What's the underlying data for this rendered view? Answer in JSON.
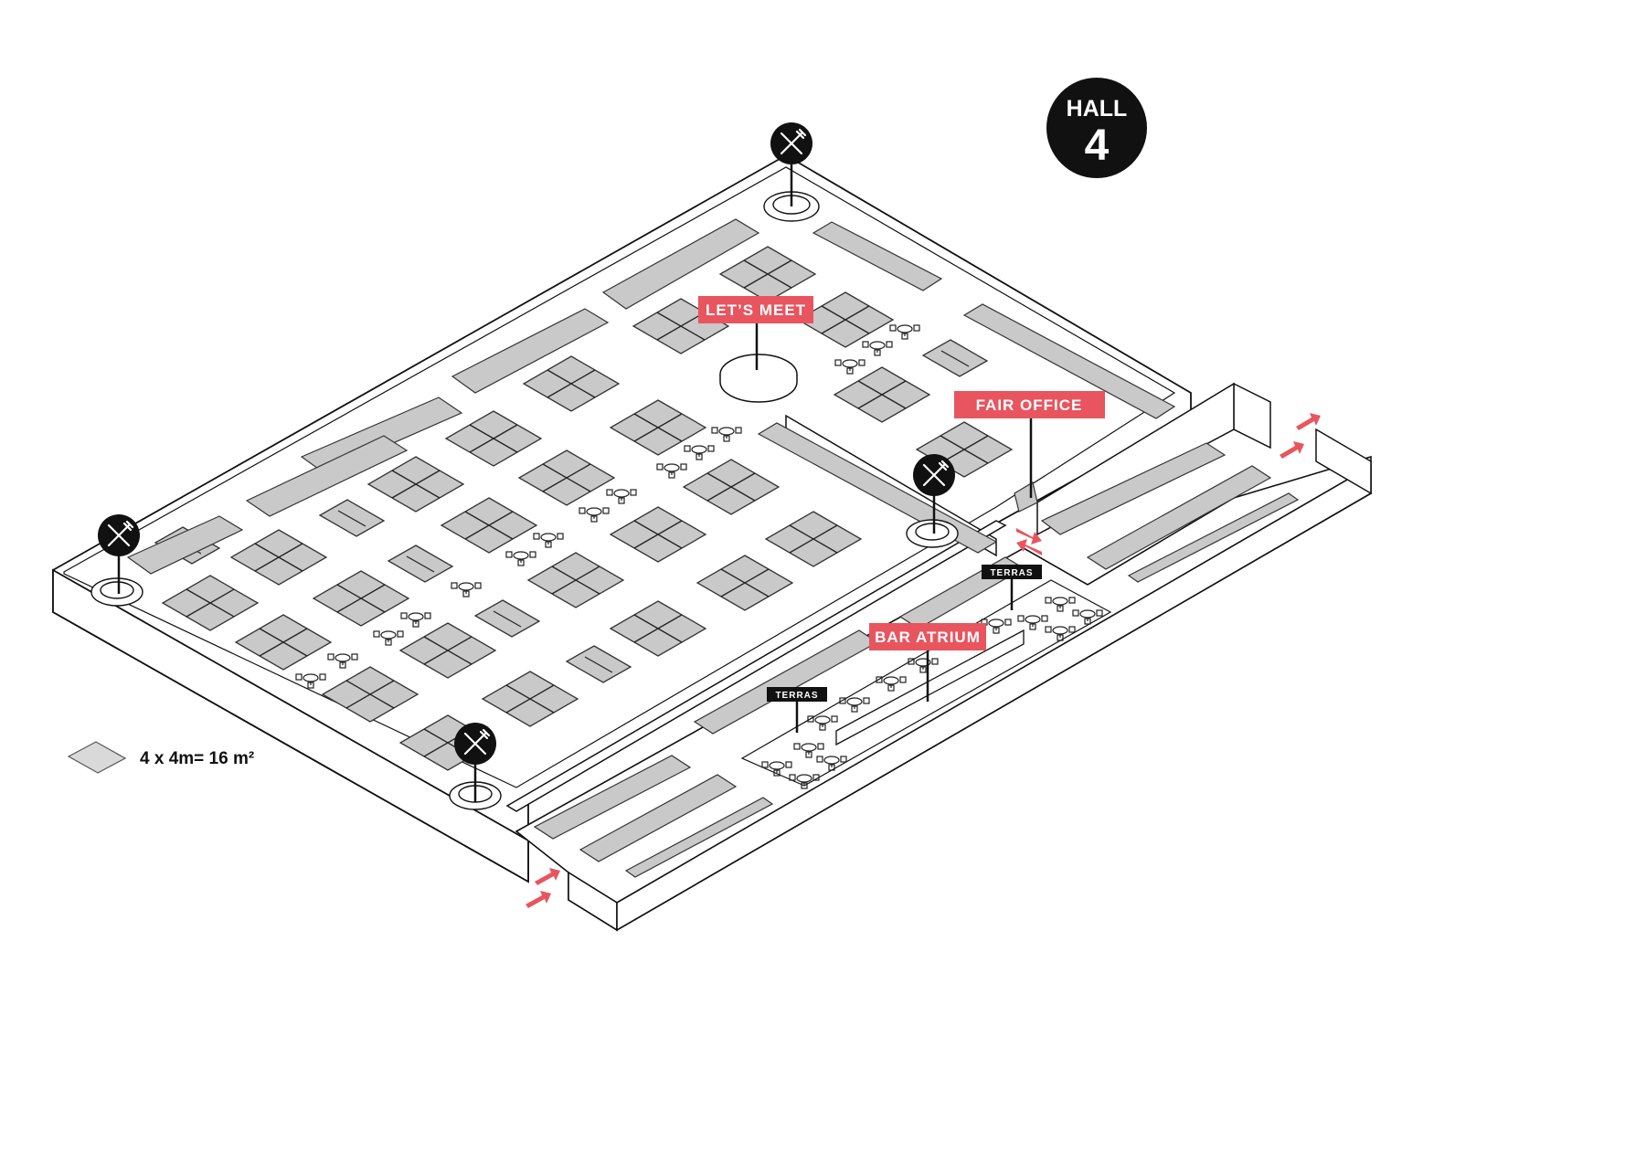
{
  "hall": {
    "line1": "HALL",
    "number": "4"
  },
  "labels": {
    "lets_meet": "LET’S MEET",
    "fair_office": "FAIR OFFICE",
    "bar_atrium": "BAR ATRIUM",
    "terras_1": "TERRAS",
    "terras_2": "TERRAS"
  },
  "legend": {
    "text": "4 x 4m= 16 m²"
  },
  "icons": {
    "restaurant": "fork-knife-icon",
    "entrance": "double-arrow-icon"
  },
  "colors": {
    "accent": "#e8555f",
    "booth": "#c9c9c9",
    "ink": "#111111",
    "floor": "#ffffff"
  }
}
